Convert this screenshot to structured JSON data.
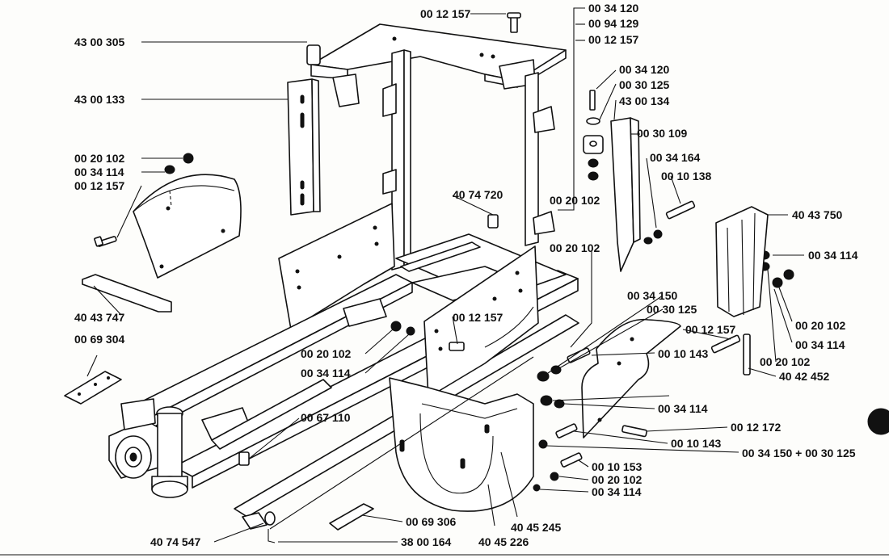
{
  "diagram": {
    "labels": [
      {
        "id": "l01",
        "text": "00 12 157"
      },
      {
        "id": "l02",
        "text": "43 00 305"
      },
      {
        "id": "l03",
        "text": "43 00 133"
      },
      {
        "id": "l04",
        "text": "00 34 120"
      },
      {
        "id": "l05",
        "text": "00 94 129"
      },
      {
        "id": "l06",
        "text": "00 12 157"
      },
      {
        "id": "l07",
        "text": "00 34 120"
      },
      {
        "id": "l08",
        "text": "00 30 125"
      },
      {
        "id": "l09",
        "text": "43 00 134"
      },
      {
        "id": "l10",
        "text": "00 30 109"
      },
      {
        "id": "l11",
        "text": "00 34 164"
      },
      {
        "id": "l12",
        "text": "00 10 138"
      },
      {
        "id": "l13",
        "text": "00 20 102"
      },
      {
        "id": "l14",
        "text": "00 34 114"
      },
      {
        "id": "l15",
        "text": "00 12 157"
      },
      {
        "id": "l16",
        "text": "40 74 720"
      },
      {
        "id": "l17",
        "text": "00 20 102"
      },
      {
        "id": "l18",
        "text": "40 43 750"
      },
      {
        "id": "l19",
        "text": "00 20 102"
      },
      {
        "id": "l20",
        "text": "00 34 114"
      },
      {
        "id": "l21",
        "text": "40 43 747"
      },
      {
        "id": "l22",
        "text": "00 69 304"
      },
      {
        "id": "l23",
        "text": "00 34 150"
      },
      {
        "id": "l24",
        "text": "00 30 125"
      },
      {
        "id": "l25",
        "text": "00 12 157"
      },
      {
        "id": "l26",
        "text": "00 20 102"
      },
      {
        "id": "l27",
        "text": "00 12 157"
      },
      {
        "id": "l28",
        "text": "00 34 114"
      },
      {
        "id": "l29",
        "text": "00 20 102"
      },
      {
        "id": "l30",
        "text": "00 34 114"
      },
      {
        "id": "l31",
        "text": "00 10 143"
      },
      {
        "id": "l32",
        "text": "00 20 102"
      },
      {
        "id": "l33",
        "text": "40 42 452"
      },
      {
        "id": "l34",
        "text": "00 34 114"
      },
      {
        "id": "l35",
        "text": "00 67 110"
      },
      {
        "id": "l36",
        "text": "00 12 172"
      },
      {
        "id": "l37",
        "text": "00 10 143"
      },
      {
        "id": "l38",
        "text": "00 34 150 + 00 30 125"
      },
      {
        "id": "l39",
        "text": "00 10 153"
      },
      {
        "id": "l40",
        "text": "00 20 102"
      },
      {
        "id": "l41",
        "text": "00 34 114"
      },
      {
        "id": "l42",
        "text": "00 69 306"
      },
      {
        "id": "l43",
        "text": "40 45 245"
      },
      {
        "id": "l44",
        "text": "40 74 547"
      },
      {
        "id": "l45",
        "text": "38 00 164"
      },
      {
        "id": "l46",
        "text": "40 45 226"
      }
    ]
  }
}
